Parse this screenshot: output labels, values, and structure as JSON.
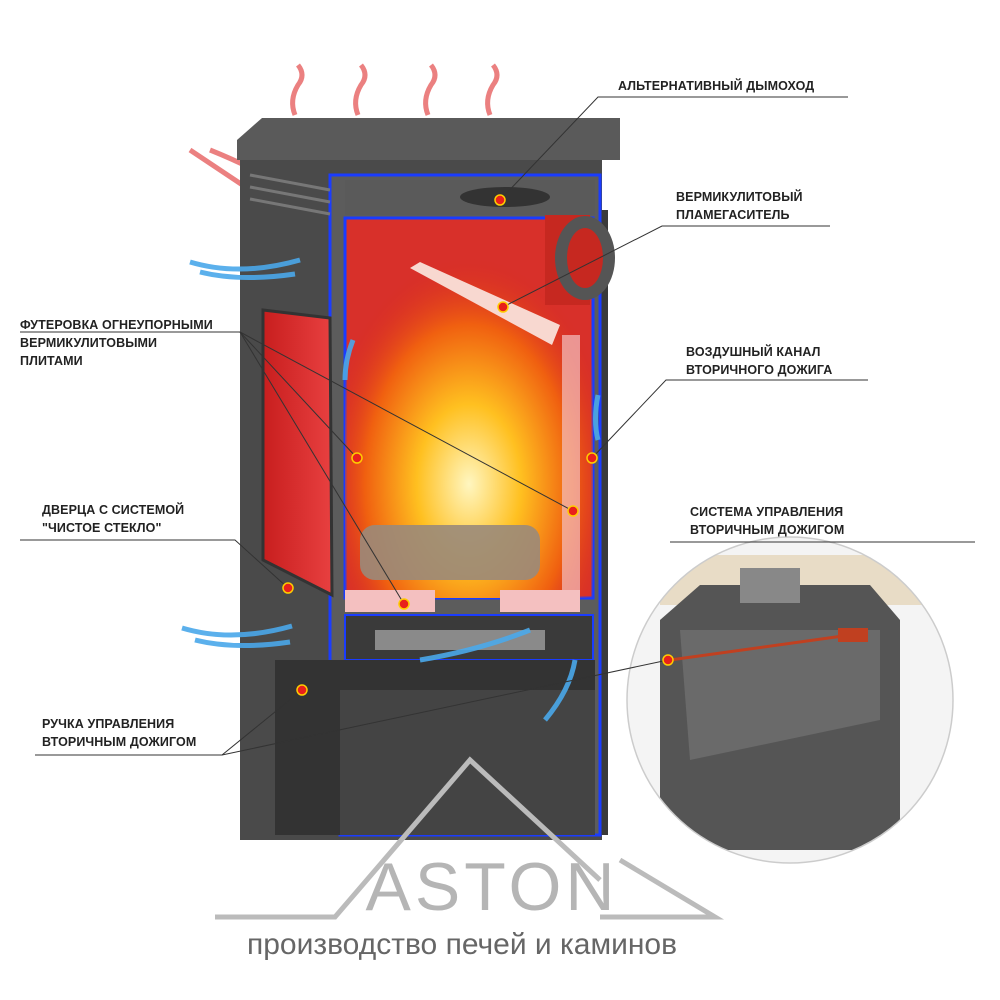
{
  "labels": {
    "alt_chimney": [
      "АЛЬТЕРНАТИВНЫЙ ДЫМОХОД"
    ],
    "baffle": [
      "ВЕРМИКУЛИТОВЫЙ",
      "ПЛАМЕГАСИТЕЛЬ"
    ],
    "lining": [
      "ФУТЕРОВКА ОГНЕУПОРНЫМИ",
      "ВЕРМИКУЛИТОВЫМИ",
      "ПЛИТАМИ"
    ],
    "air_channel": [
      "ВОЗДУШНЫЙ КАНАЛ",
      "ВТОРИЧНОГО ДОЖИГА"
    ],
    "door": [
      "ДВЕРЦА С СИСТЕМОЙ",
      "\"ЧИСТОЕ СТЕКЛО\""
    ],
    "control_system": [
      "СИСТЕМА УПРАВЛЕНИЯ",
      "ВТОРИЧНЫМ ДОЖИГОМ"
    ],
    "handle": [
      "РУЧКА УПРАВЛЕНИЯ",
      "ВТОРИЧНЫМ ДОЖИГОМ"
    ]
  },
  "brand": {
    "logo": "ASTON",
    "tagline": "производство печей и каминов"
  },
  "colors": {
    "body": "#4a4a4a",
    "outline": "#1a3cff",
    "fire_chamber": "#e0302a",
    "marker": "#e8201c",
    "heat_arrow": "#e85a5a",
    "cold_arrow": "#3fa3e8"
  }
}
